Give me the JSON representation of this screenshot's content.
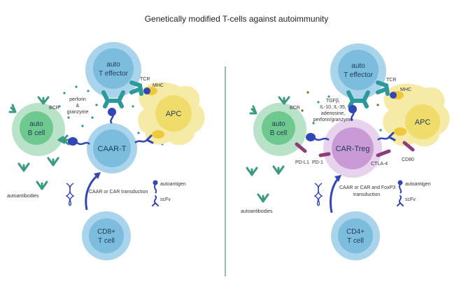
{
  "title": "Genetically modified T-cells against autoimmunity",
  "left": {
    "auto_t_effector": [
      "auto",
      "T effector"
    ],
    "auto_b_cell": [
      "auto",
      "B cell"
    ],
    "center_cell": "CAAR-T",
    "apc": "APC",
    "cd8": [
      "CD8+",
      "T cell"
    ],
    "bcr": "BCR",
    "tcr": "TCR",
    "mhc": "MHC",
    "cytotoxic": [
      "perforin",
      "&",
      "granzyme"
    ],
    "transduction": "CAAR or CAR transduction",
    "autoantigen": "autoantigen",
    "scfv": "scFv",
    "autoantibodies": "autoantibodies"
  },
  "right": {
    "auto_t_effector": [
      "auto",
      "T effector"
    ],
    "auto_b_cell": [
      "auto",
      "B cell"
    ],
    "center_cell": "CAR-Treg",
    "apc": "APC",
    "cd4": [
      "CD4+",
      "T cell"
    ],
    "bcr": "BCR",
    "tcr": "TCR",
    "mhc": "MHC",
    "cytokines": [
      "TGFβ,",
      "IL-10, IL-35,",
      "adenosine,",
      "perforin/granzyme"
    ],
    "pdl1": "PD-L1",
    "pd1": "PD-1",
    "ctla4": "CTLA-4",
    "cd80": "CD80",
    "transduction": [
      "CAAR or CAR and FoxP3",
      "transduction"
    ],
    "autoantigen": "autoantigen",
    "scfv": "scFv",
    "autoantibodies": "autoantibodies"
  },
  "colors": {
    "t_cell": "#a9d4ec",
    "t_cell_inner": "#7cbddd",
    "b_cell": "#b9e3c8",
    "b_cell_inner": "#6fc98f",
    "apc": "#f6eba6",
    "apc_inner": "#f0dc6a",
    "treg": "#c99ad6",
    "treg_halo": "#e7d3ee",
    "receptor": "#3346b8",
    "tcr": "#2c9a9c",
    "mhc": "#f0c93a",
    "inhibitory": "#8e3c78",
    "antibody": "#3c9a82",
    "divider": "#4a8f7a"
  }
}
